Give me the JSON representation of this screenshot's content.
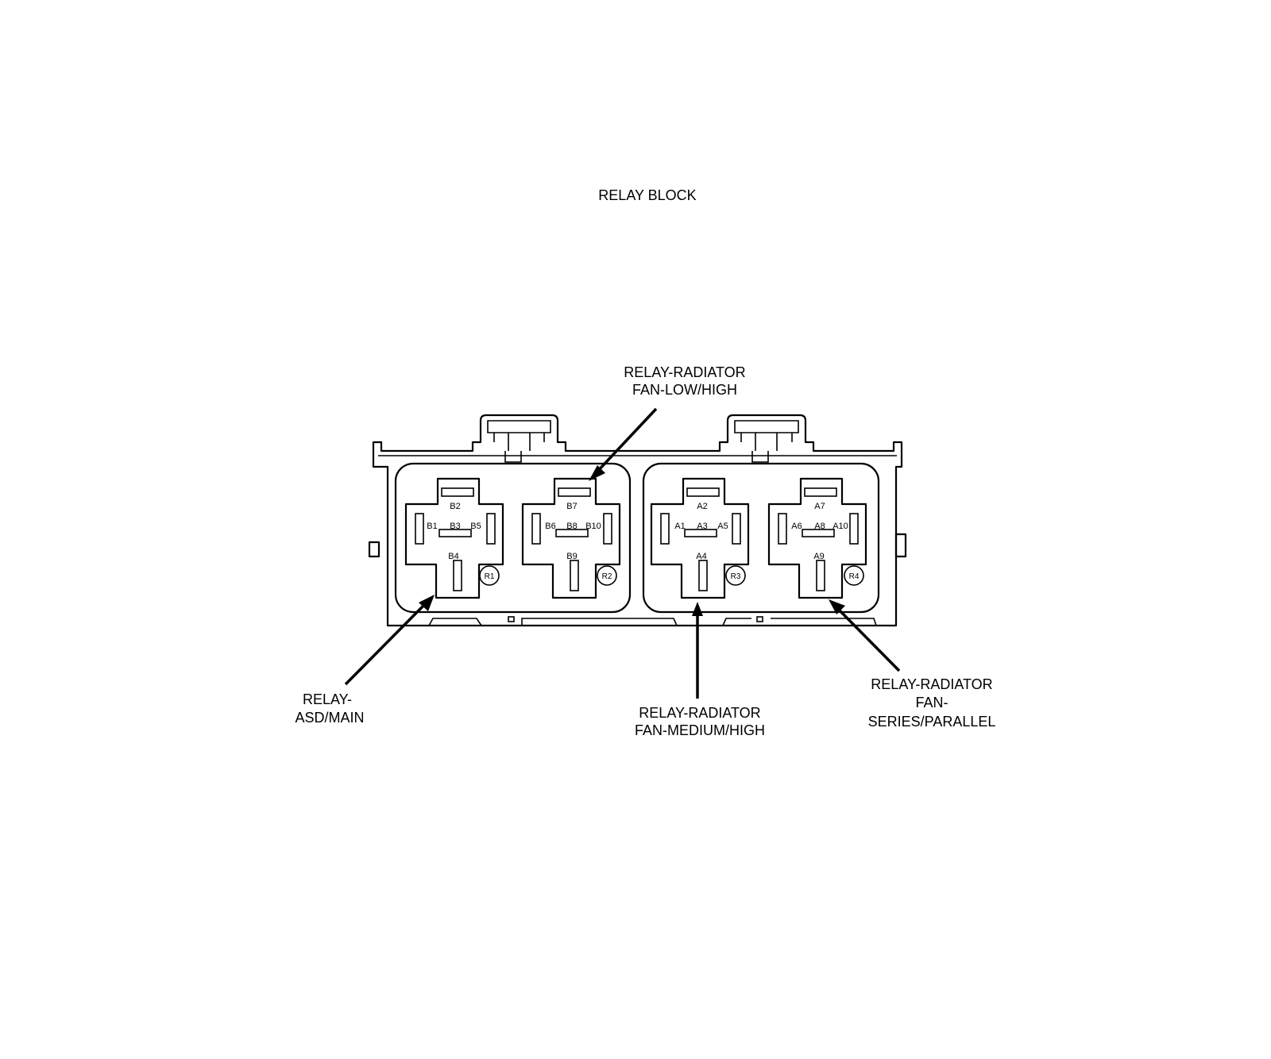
{
  "title": "RELAY BLOCK",
  "callouts": {
    "low_high": [
      "RELAY-RADIATOR",
      "FAN-LOW/HIGH"
    ],
    "asd_main": [
      "RELAY-",
      "ASD/MAIN"
    ],
    "medium_high": [
      "RELAY-RADIATOR",
      "FAN-MEDIUM/HIGH"
    ],
    "series_parallel": [
      "RELAY-RADIATOR",
      "FAN-",
      "SERIES/PARALLEL"
    ]
  },
  "relays": [
    {
      "tag": "R1",
      "pins": {
        "top": "B2",
        "left": "B1",
        "center": "B3",
        "right": "B5",
        "bottom": "B4"
      }
    },
    {
      "tag": "R2",
      "pins": {
        "top": "B7",
        "left": "B6",
        "center": "B8",
        "right": "B10",
        "bottom": "B9"
      }
    },
    {
      "tag": "R3",
      "pins": {
        "top": "A2",
        "left": "A1",
        "center": "A3",
        "right": "A5",
        "bottom": "A4"
      }
    },
    {
      "tag": "R4",
      "pins": {
        "top": "A7",
        "left": "A6",
        "center": "A8",
        "right": "A10",
        "bottom": "A9"
      }
    }
  ]
}
